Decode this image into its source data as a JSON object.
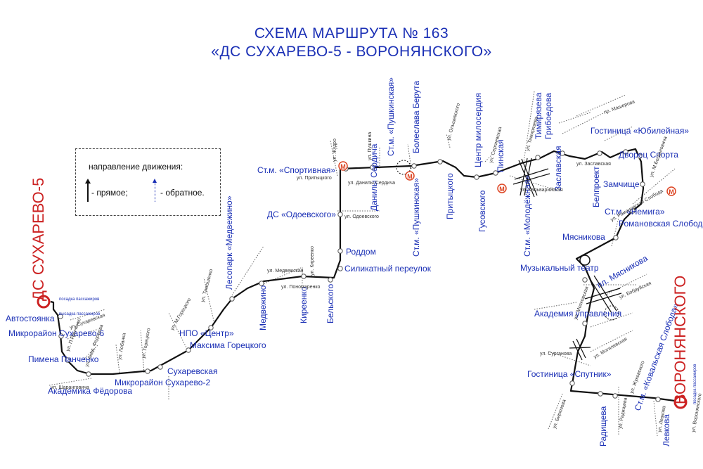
{
  "title": {
    "line1": "СХЕМА МАРШРУТА № 163",
    "line2": "«ДС СУХАРЕВО-5 - ВОРОНЯНСКОГО»"
  },
  "legend": {
    "title": "направление движения:",
    "forward": "- прямое;",
    "reverse": "- обратное."
  },
  "terminals": {
    "start": "ДС СУХАРЕВО-5",
    "end": "ВОРОНЯНСКОГО"
  },
  "colors": {
    "route": "#111111",
    "labels": "#1a2fb5",
    "terminal": "#cc2222",
    "metro": "#d42222",
    "streets": "#666666"
  },
  "metro_symbol": "М",
  "stops": [
    {
      "name": "Автостоянка"
    },
    {
      "name": "Микрорайон Сухарево-6"
    },
    {
      "name": "Пимена Панченко"
    },
    {
      "name": "Академика Фёдорова"
    },
    {
      "name": "Микрорайон Сухарево-2"
    },
    {
      "name": "Сухаревская"
    },
    {
      "name": "Максима Горецкого"
    },
    {
      "name": "НПО «Центр»"
    },
    {
      "name": "Лесопарк «Медвежино»"
    },
    {
      "name": "Медвежино"
    },
    {
      "name": "Киреенко"
    },
    {
      "name": "Бельского"
    },
    {
      "name": "Силикатный переулок"
    },
    {
      "name": "Роддом"
    },
    {
      "name": "ДС «Одоевского»"
    },
    {
      "name": "Ст.м. «Спортивная»"
    },
    {
      "name": "Данилы Сердича"
    },
    {
      "name": "Ст.м. «Пушкинская»"
    },
    {
      "name": "Ст.м. «Пушкинская»"
    },
    {
      "name": "Болеслава Берута"
    },
    {
      "name": "Притыцкого"
    },
    {
      "name": "Центр милосердия"
    },
    {
      "name": "Гусовского"
    },
    {
      "name": "Пинская"
    },
    {
      "name": "Ст.м. «Молодёжная»"
    },
    {
      "name": "Тимирязева"
    },
    {
      "name": "Грибоедова"
    },
    {
      "name": "Заславская"
    },
    {
      "name": "Белпроект"
    },
    {
      "name": "Гостиница «Юбилейная»"
    },
    {
      "name": "Дворец Спорта"
    },
    {
      "name": "Замчище"
    },
    {
      "name": "Ст.м. «Немига»"
    },
    {
      "name": "Романовская Слобода"
    },
    {
      "name": "Мясникова"
    },
    {
      "name": "Музыкальный театр"
    },
    {
      "name": "пл. Мясникова"
    },
    {
      "name": "Академия управления"
    },
    {
      "name": "Гостиница «Спутник»"
    },
    {
      "name": "Радищева"
    },
    {
      "name": "Ст.м. «Ковальская Слобода»"
    },
    {
      "name": "Левкова"
    }
  ],
  "streets": [
    {
      "name": "ул. Сухаревская"
    },
    {
      "name": "ул. П.Панченко"
    },
    {
      "name": "ул. Шаранговича"
    },
    {
      "name": "ул. Акад. Федорова"
    },
    {
      "name": "ул. Лобанка"
    },
    {
      "name": "ул. Горецкого"
    },
    {
      "name": "ул. М.Горецкого"
    },
    {
      "name": "ул. Шаранговича"
    },
    {
      "name": "ул. Лобанка"
    },
    {
      "name": "ул. Тимошенко"
    },
    {
      "name": "ул. Медвежская"
    },
    {
      "name": "ул. Пономаренко"
    },
    {
      "name": "ул. Киреенко"
    },
    {
      "name": "ул. Одоевского"
    },
    {
      "name": "ул. Притыцкого"
    },
    {
      "name": "ул. Данилы Сердича"
    },
    {
      "name": "ул. Жудро"
    },
    {
      "name": "ул. Пушкина"
    },
    {
      "name": "ул. Ольшевского"
    },
    {
      "name": "ул. Сергиевская"
    },
    {
      "name": "ул. Кальварийская"
    },
    {
      "name": "ул. Тимирязева"
    },
    {
      "name": "ул. Заславская"
    },
    {
      "name": "пр. Машерова"
    },
    {
      "name": "ул. М.Богдановича"
    },
    {
      "name": "ул. Романовская Слобода"
    },
    {
      "name": "ул. Мясникова"
    },
    {
      "name": "ул. Московская"
    },
    {
      "name": "ул. Бобруйская"
    },
    {
      "name": "ул. Сурганова"
    },
    {
      "name": "ул. Могилевская"
    },
    {
      "name": "ул. Жуковского"
    },
    {
      "name": "ул. Бирюзова"
    },
    {
      "name": "ул. Радищева"
    },
    {
      "name": "ул. Левкова"
    },
    {
      "name": "ул. Воронянского"
    }
  ],
  "notes": {
    "boarding": "посадка пассажиров",
    "alighting": "высадка пассажиров"
  }
}
